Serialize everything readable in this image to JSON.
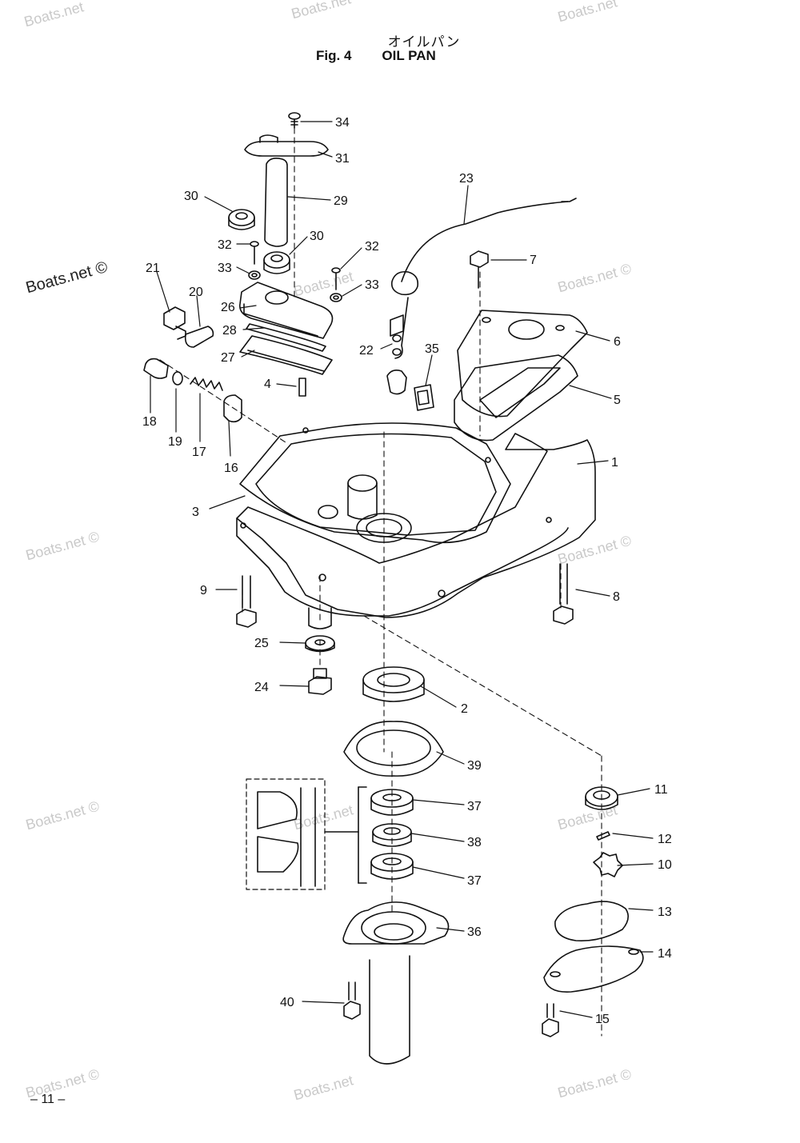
{
  "header": {
    "title_jp": "オイルパン",
    "fig_label": "Fig. 4",
    "title_en": "OIL PAN"
  },
  "watermark": {
    "text": "Boats.net",
    "marked_text": "Boats.net ©"
  },
  "page_number": "– 11 –",
  "callouts": [
    {
      "id": "1",
      "text": "1"
    },
    {
      "id": "2",
      "text": "2"
    },
    {
      "id": "3",
      "text": "3"
    },
    {
      "id": "4",
      "text": "4"
    },
    {
      "id": "5",
      "text": "5"
    },
    {
      "id": "6",
      "text": "6"
    },
    {
      "id": "7",
      "text": "7"
    },
    {
      "id": "8",
      "text": "8"
    },
    {
      "id": "9",
      "text": "9"
    },
    {
      "id": "10",
      "text": "10"
    },
    {
      "id": "11",
      "text": "11"
    },
    {
      "id": "12",
      "text": "12"
    },
    {
      "id": "13",
      "text": "13"
    },
    {
      "id": "14",
      "text": "14"
    },
    {
      "id": "15",
      "text": "15"
    },
    {
      "id": "16",
      "text": "16"
    },
    {
      "id": "17",
      "text": "17"
    },
    {
      "id": "18",
      "text": "18"
    },
    {
      "id": "19",
      "text": "19"
    },
    {
      "id": "20",
      "text": "20"
    },
    {
      "id": "21",
      "text": "21"
    },
    {
      "id": "22",
      "text": "22"
    },
    {
      "id": "23",
      "text": "23"
    },
    {
      "id": "24",
      "text": "24"
    },
    {
      "id": "25",
      "text": "25"
    },
    {
      "id": "26",
      "text": "26"
    },
    {
      "id": "27",
      "text": "27"
    },
    {
      "id": "28",
      "text": "28"
    },
    {
      "id": "29",
      "text": "29"
    },
    {
      "id": "30a",
      "text": "30"
    },
    {
      "id": "30b",
      "text": "30"
    },
    {
      "id": "31",
      "text": "31"
    },
    {
      "id": "32a",
      "text": "32"
    },
    {
      "id": "32b",
      "text": "32"
    },
    {
      "id": "33a",
      "text": "33"
    },
    {
      "id": "33b",
      "text": "33"
    },
    {
      "id": "34",
      "text": "34"
    },
    {
      "id": "35",
      "text": "35"
    },
    {
      "id": "36",
      "text": "36"
    },
    {
      "id": "37a",
      "text": "37"
    },
    {
      "id": "37b",
      "text": "37"
    },
    {
      "id": "38",
      "text": "38"
    },
    {
      "id": "39",
      "text": "39"
    },
    {
      "id": "40",
      "text": "40"
    }
  ],
  "colors": {
    "line": "#111111",
    "watermark": "#c9c9c9"
  }
}
